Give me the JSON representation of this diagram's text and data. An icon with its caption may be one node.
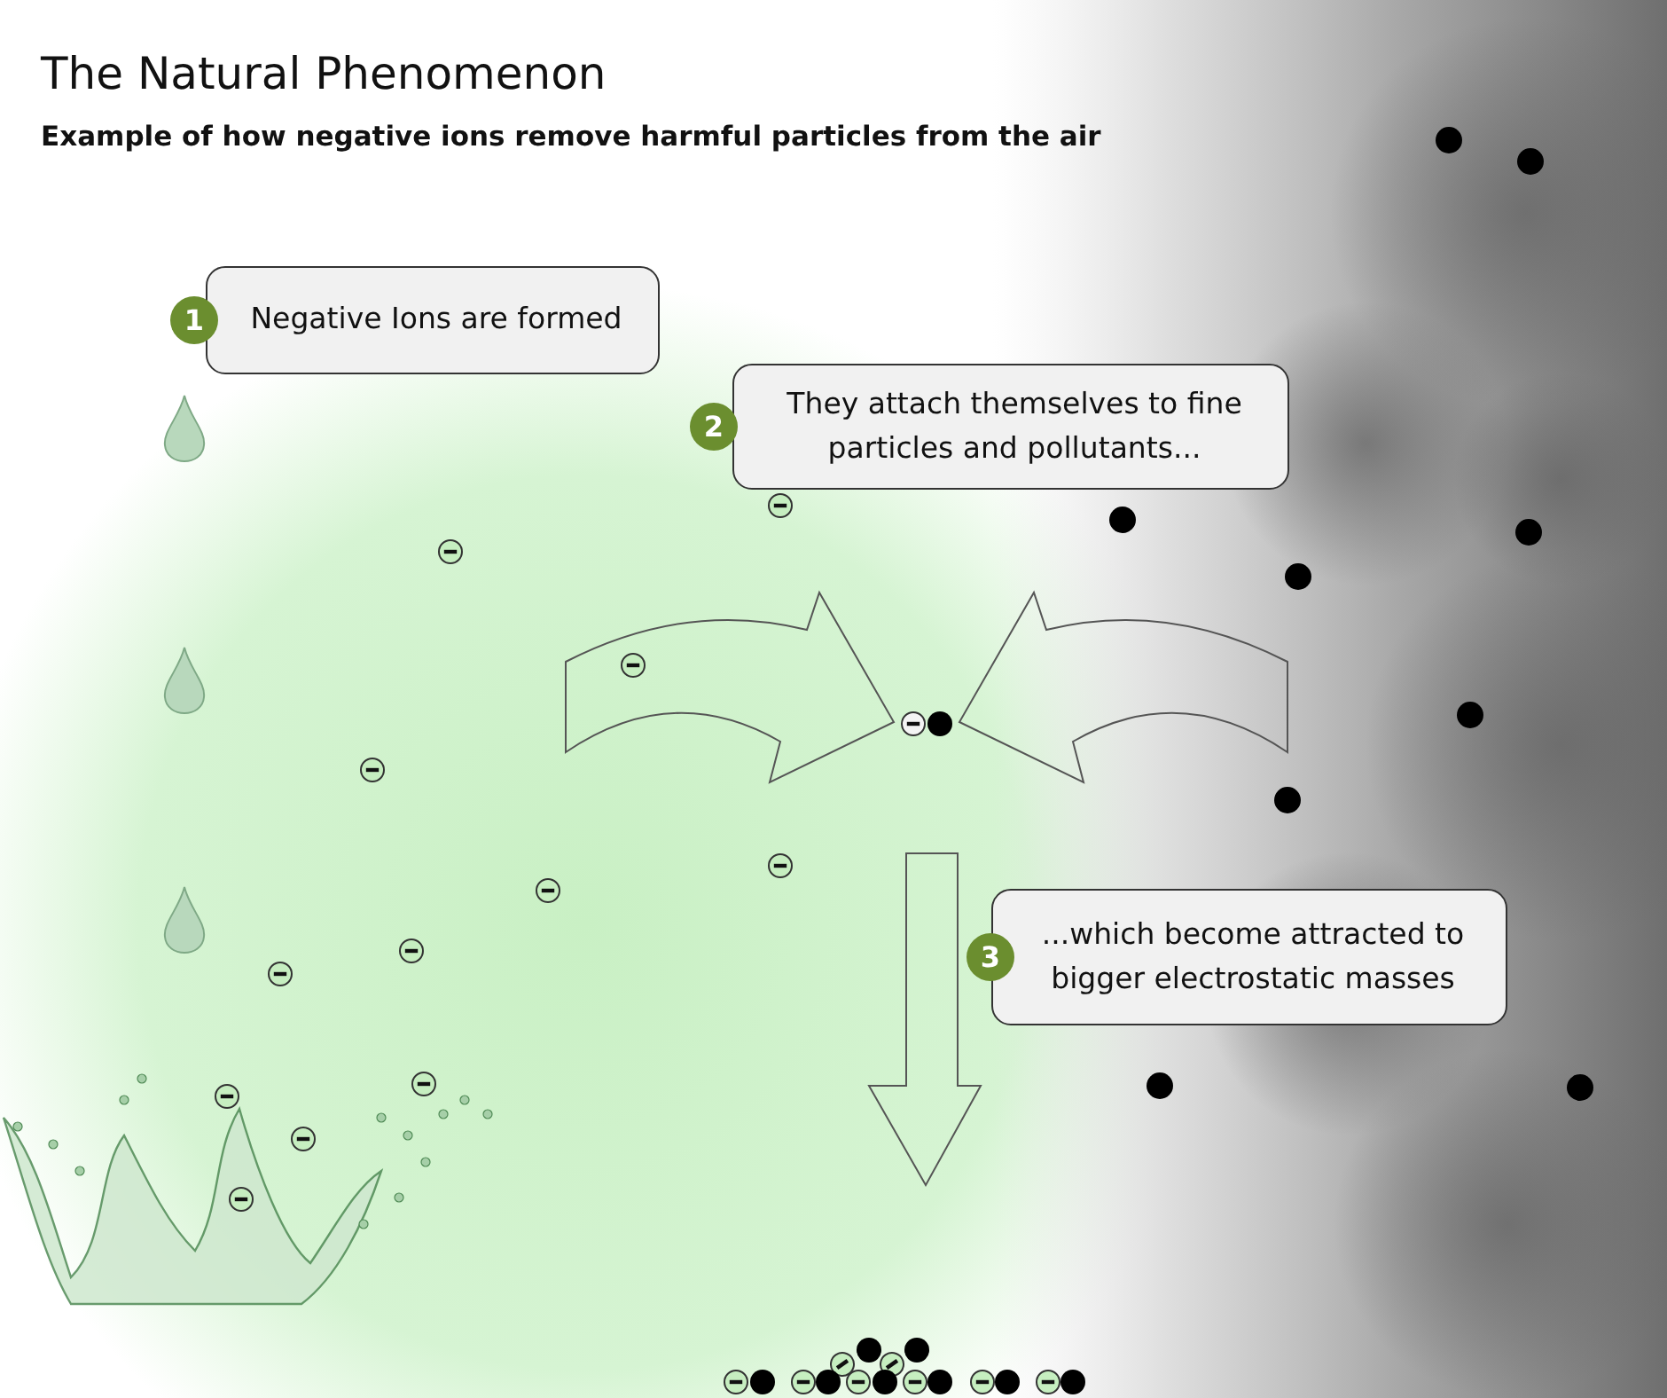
{
  "diagram": {
    "title": "The Natural Phenomenon",
    "nodes": [
      {
        "text": [
          "1",
          "Negative Ions are formed"
        ]
      },
      {
        "text": [
          "2",
          "They attach themselves to fine particles and pollutants..."
        ]
      },
      {
        "text": [
          "3",
          "...which become attracted to bigger electrostatic masses"
        ]
      }
    ],
    "labels": [
      "Example of how negative ions remove harmful particles from the air"
    ]
  }
}
